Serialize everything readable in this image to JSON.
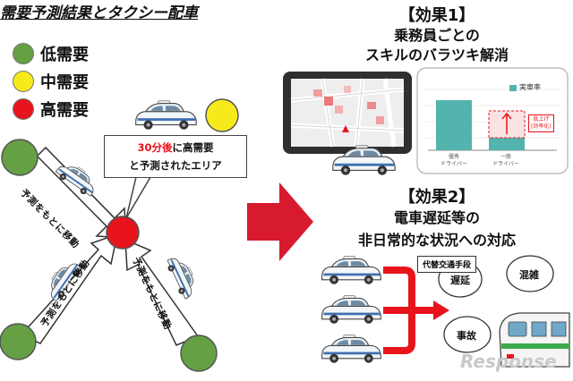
{
  "title": "需要予測結果とタクシー配車",
  "legend": [
    {
      "label": "低需要",
      "color": "#65a044"
    },
    {
      "label": "中需要",
      "color": "#f6ea1c"
    },
    {
      "label": "高需要",
      "color": "#e8141c"
    }
  ],
  "callout": {
    "red_part": "30分後",
    "rest_line1": "に高需要",
    "line2": "と予測されたエリア"
  },
  "arrow_labels": {
    "top": "予測をもとに移動",
    "bottom_left": "予測をもとに移動",
    "bottom_right": "予測をもとに移動"
  },
  "effect1": {
    "label": "【効果1】",
    "line1": "乗務員ごとの",
    "line2": "スキルのバラツキ解消"
  },
  "chart": {
    "legend": "実車率",
    "categories": [
      "優秀\nドライバー",
      "一般\nドライバー"
    ],
    "note": "底上げ\n(効率化)"
  },
  "effect2": {
    "label": "【効果2】",
    "line1": "電車遅延等の",
    "line2": "非日常的な状況への対応"
  },
  "detour_label": "代替交通手段",
  "clouds": [
    "遅延",
    "混雑",
    "事故"
  ],
  "watermark": "Response",
  "colors": {
    "high": "#e8141c",
    "low": "#65a044",
    "mid": "#f6ea1c",
    "teal": "#53b3ad",
    "arrow": "#d81a2f"
  }
}
